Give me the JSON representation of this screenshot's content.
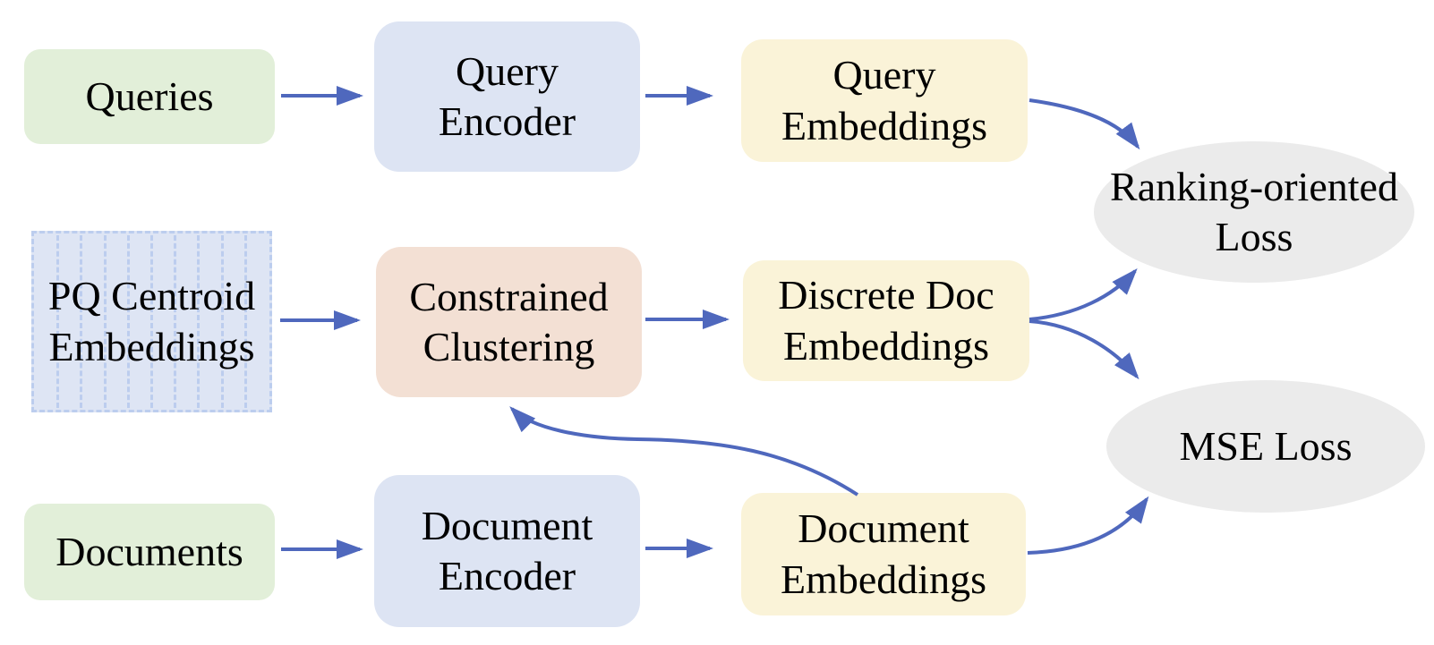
{
  "diagram": {
    "nodes": {
      "queries": {
        "label": "Queries"
      },
      "query_encoder": {
        "lines": [
          "Query",
          "Encoder"
        ]
      },
      "query_embeddings": {
        "lines": [
          "Query",
          "Embeddings"
        ]
      },
      "ranking_loss": {
        "lines": [
          "Ranking-oriented",
          "Loss"
        ]
      },
      "pq_centroid_embeddings": {
        "lines": [
          "PQ Centroid",
          "Embeddings"
        ]
      },
      "constrained_clustering": {
        "lines": [
          "Constrained",
          "Clustering"
        ]
      },
      "discrete_doc_embeddings": {
        "lines": [
          "Discrete Doc",
          "Embeddings"
        ]
      },
      "mse_loss": {
        "label": "MSE Loss"
      },
      "documents": {
        "label": "Documents"
      },
      "document_encoder": {
        "lines": [
          "Document",
          "Encoder"
        ]
      },
      "document_embeddings": {
        "lines": [
          "Document",
          "Embeddings"
        ]
      }
    },
    "edges": [
      {
        "from": "queries",
        "to": "query_encoder"
      },
      {
        "from": "query_encoder",
        "to": "query_embeddings"
      },
      {
        "from": "query_embeddings",
        "to": "ranking_loss"
      },
      {
        "from": "pq_centroid_embeddings",
        "to": "constrained_clustering"
      },
      {
        "from": "constrained_clustering",
        "to": "discrete_doc_embeddings"
      },
      {
        "from": "discrete_doc_embeddings",
        "to": "ranking_loss"
      },
      {
        "from": "discrete_doc_embeddings",
        "to": "mse_loss"
      },
      {
        "from": "documents",
        "to": "document_encoder"
      },
      {
        "from": "document_encoder",
        "to": "document_embeddings"
      },
      {
        "from": "document_embeddings",
        "to": "constrained_clustering"
      },
      {
        "from": "document_embeddings",
        "to": "mse_loss"
      }
    ]
  },
  "palette": {
    "input_fill": "#e2efd9",
    "encoder_fill": "#dde4f3",
    "embedding_fill": "#faf3d8",
    "clustering_fill": "#f3e0d4",
    "loss_fill": "#ebebeb",
    "pq_fill": "#dee5f4",
    "pq_dash": "#bccdee",
    "arrow_color": "#4f68bd",
    "text_color": "#000000",
    "bg": "#ffffff"
  }
}
